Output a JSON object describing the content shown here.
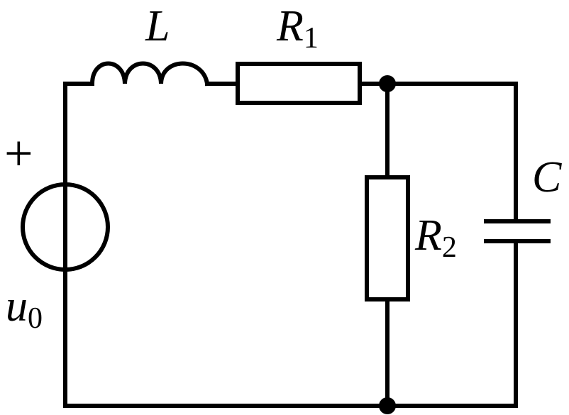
{
  "colors": {
    "ink": "#000000",
    "background": "#ffffff"
  },
  "labels": {
    "inductor": {
      "main": "L",
      "sub": ""
    },
    "resistor1": {
      "main": "R",
      "sub": "1"
    },
    "resistor2": {
      "main": "R",
      "sub": "2"
    },
    "capacitor": {
      "main": "C",
      "sub": ""
    },
    "source": {
      "main": "u",
      "sub": "0"
    },
    "source_polarity": "+"
  },
  "components": [
    {
      "id": "voltage-source",
      "type": "voltage-source",
      "label": "u0"
    },
    {
      "id": "inductor",
      "type": "inductor",
      "label": "L"
    },
    {
      "id": "resistor-r1",
      "type": "resistor",
      "label": "R1"
    },
    {
      "id": "resistor-r2",
      "type": "resistor",
      "label": "R2"
    },
    {
      "id": "capacitor",
      "type": "capacitor",
      "label": "C"
    }
  ],
  "icons": [
    "junction-node-top",
    "junction-node-bottom"
  ]
}
